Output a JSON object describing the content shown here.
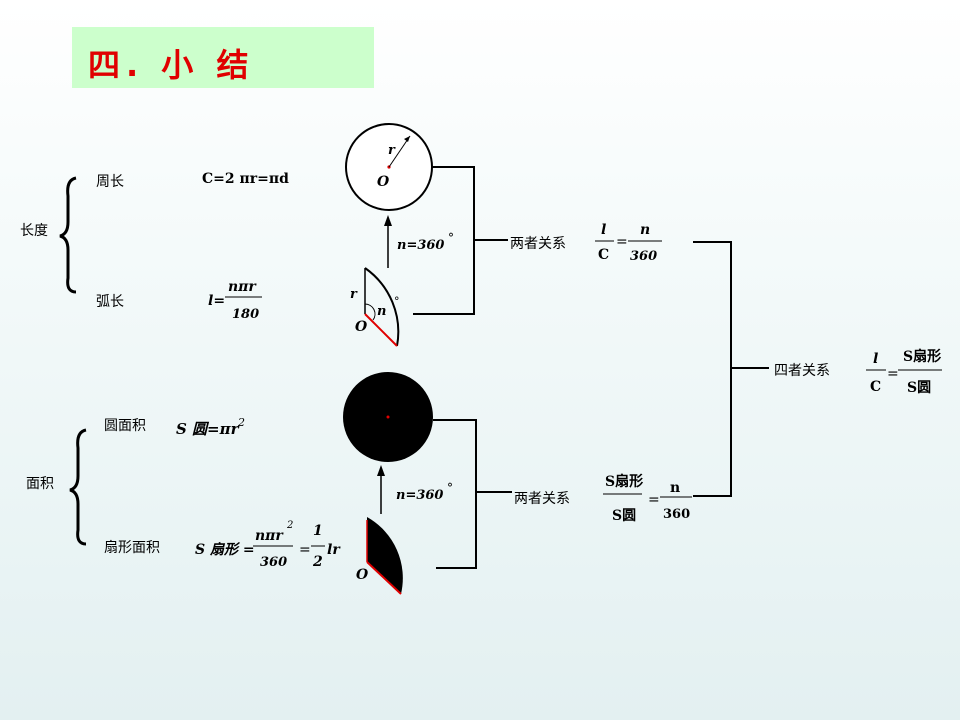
{
  "title": "四. 小 结",
  "length": {
    "label": "长度",
    "circumference": {
      "label": "周长",
      "formula": "C=2 πr=πd"
    },
    "arc": {
      "label": "弧长",
      "lhs": "l=",
      "num": "nπr",
      "den": "180"
    }
  },
  "area": {
    "label": "面积",
    "circle": {
      "label": "圆面积",
      "formula": "S 圆=πr",
      "exp": "2"
    },
    "sector": {
      "label": "扇形面积",
      "lhs": "S 扇形 =",
      "num": "nπr",
      "num_exp": "2",
      "den": "360",
      "eq": "=",
      "half_num": "1",
      "half_den": "2",
      "tail": "lr"
    }
  },
  "figures": {
    "circle_top": {
      "r": "r",
      "o": "O"
    },
    "sector_top": {
      "r": "r",
      "n": "n",
      "deg": "°",
      "o": "O"
    },
    "circle_bottom": {},
    "sector_bottom": {
      "o": "O"
    },
    "arrow_label": "n=360",
    "arrow_deg": "°"
  },
  "relations": {
    "two_label": "两者关系",
    "two_label_2": "两者关系",
    "length_rel": {
      "num_l": "l",
      "den_l": "C",
      "eq": "=",
      "num_r": "n",
      "den_r": "360"
    },
    "area_rel": {
      "num_l": "S扇形",
      "den_l": "S圆",
      "eq": "=",
      "num_r": "n",
      "den_r": "360"
    },
    "four_label": "四者关系",
    "four_rel": {
      "num_l": "l",
      "den_l": "C",
      "eq": "=",
      "num_r": "S扇形",
      "den_r": "S圆"
    }
  },
  "colors": {
    "accent": "#e00000",
    "title_bg": "#ccffcc"
  }
}
